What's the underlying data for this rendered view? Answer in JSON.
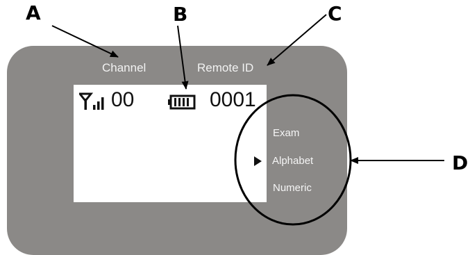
{
  "callouts": {
    "a": "A",
    "b": "B",
    "c": "C",
    "d": "D"
  },
  "device": {
    "channel_label": "Channel",
    "remote_id_label": "Remote ID",
    "channel_value": "00",
    "remote_id_value": "0001",
    "icons": [
      "signal-strength-icon",
      "battery-icon",
      "menu-pointer-icon"
    ],
    "menu": [
      {
        "label": "Exam",
        "selected": false
      },
      {
        "label": "Alphabet",
        "selected": true
      },
      {
        "label": "Numeric",
        "selected": false
      }
    ]
  },
  "colors": {
    "device_body": "#8b8987",
    "screen": "#ffffff",
    "label_text": "#f2f2f2"
  }
}
